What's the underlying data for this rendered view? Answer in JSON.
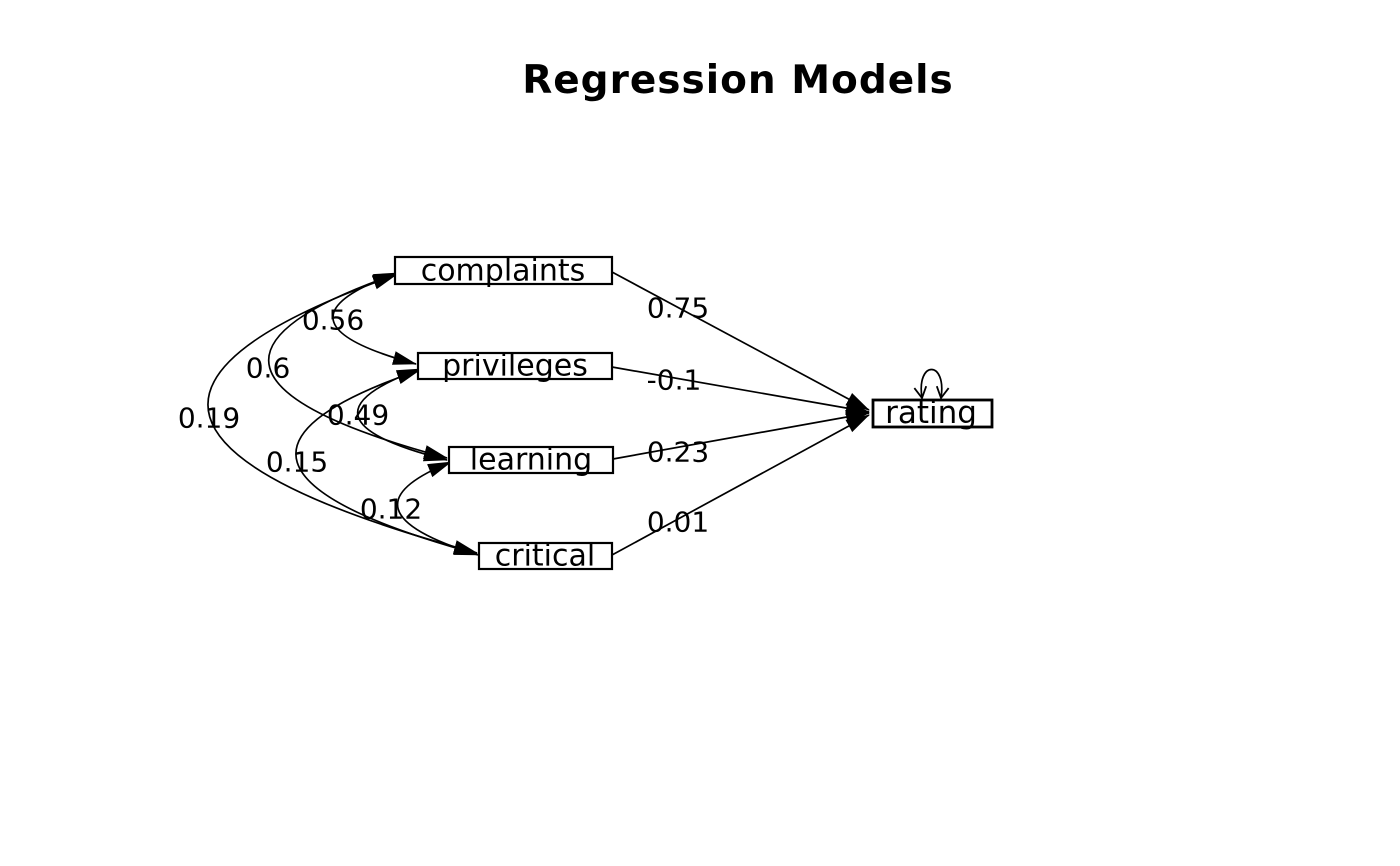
{
  "title": "Regression Models",
  "colors": {
    "line": "#000000",
    "background": "#ffffff",
    "box_fill": "#ffffff",
    "text": "#000000"
  },
  "nodes": {
    "complaints": {
      "label": "complaints",
      "type": "predictor"
    },
    "privileges": {
      "label": "privileges",
      "type": "predictor"
    },
    "learning": {
      "label": "learning",
      "type": "predictor"
    },
    "critical": {
      "label": "critical",
      "type": "predictor"
    },
    "rating": {
      "label": "rating",
      "type": "outcome"
    }
  },
  "regression_paths": [
    {
      "from": "complaints",
      "to": "rating",
      "value": "0.75"
    },
    {
      "from": "privileges",
      "to": "rating",
      "value": "-0.1"
    },
    {
      "from": "learning",
      "to": "rating",
      "value": "0.23"
    },
    {
      "from": "critical",
      "to": "rating",
      "value": "0.01"
    }
  ],
  "covariances": [
    {
      "between": [
        "complaints",
        "privileges"
      ],
      "value": "0.56"
    },
    {
      "between": [
        "complaints",
        "learning"
      ],
      "value": "0.6"
    },
    {
      "between": [
        "complaints",
        "critical"
      ],
      "value": "0.19"
    },
    {
      "between": [
        "privileges",
        "learning"
      ],
      "value": "0.49"
    },
    {
      "between": [
        "privileges",
        "critical"
      ],
      "value": "0.15"
    },
    {
      "between": [
        "learning",
        "critical"
      ],
      "value": "0.12"
    }
  ],
  "self_loop": {
    "node": "rating",
    "meaning": "residual-variance"
  }
}
